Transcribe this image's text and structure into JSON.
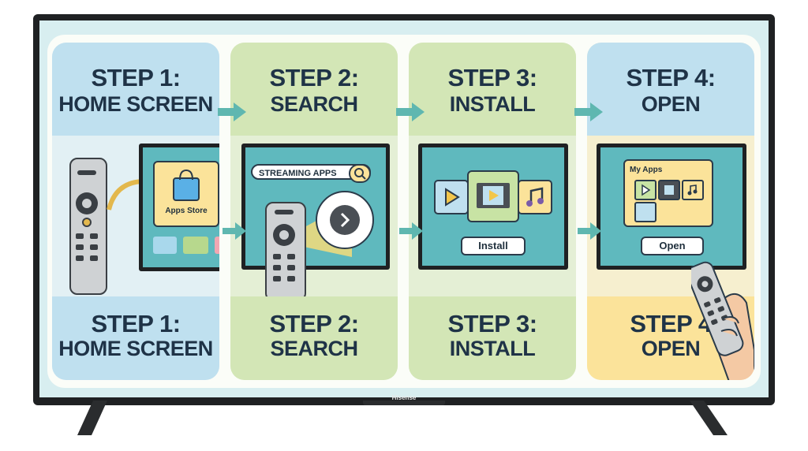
{
  "tv": {
    "brand": "Hisense"
  },
  "steps": [
    {
      "title": "STEP 1:",
      "subtitle": "HOME SCREEN",
      "app_tile": "Apps Store"
    },
    {
      "title": "STEP 2:",
      "subtitle": "SEARCH",
      "search_text": "STREAMING APPS"
    },
    {
      "title": "STEP 3:",
      "subtitle": "INSTALL",
      "button": "Install"
    },
    {
      "title": "STEP 4:",
      "subtitle": "OPEN",
      "folder": "My Apps",
      "button": "Open",
      "bottom_title": "STEP 4",
      "bottom_subtitle": "OPEN"
    }
  ],
  "colors": {
    "blue": "#bfe0ef",
    "green": "#d3e6b6",
    "yellow": "#fbe39a",
    "arrow": "#5fb7b0",
    "text": "#1f3347"
  },
  "icons": [
    "shopping-bag-icon",
    "search-icon",
    "play-icon",
    "film-icon",
    "music-note-icon",
    "chevron-right-icon",
    "remote-control-icon"
  ]
}
